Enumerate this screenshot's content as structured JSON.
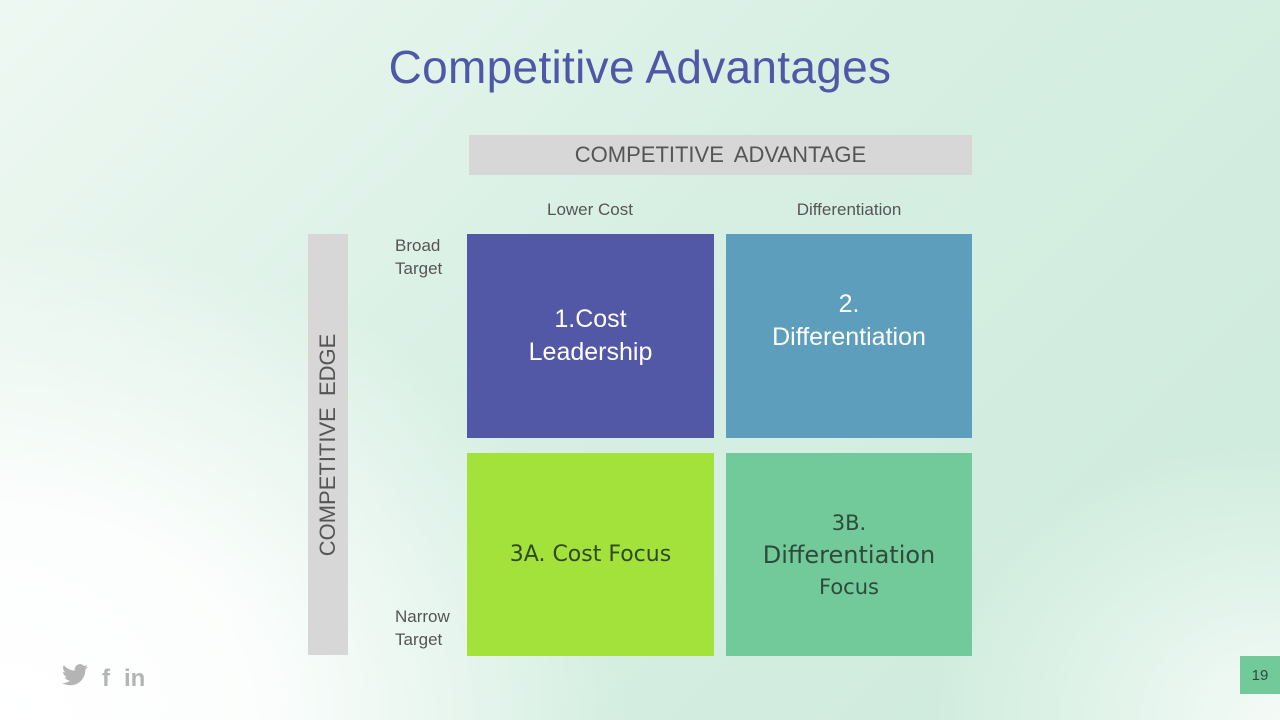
{
  "slide": {
    "title": "Competitive Advantages",
    "page_number": "19"
  },
  "matrix": {
    "top_header": "COMPETITIVE  ADVANTAGE",
    "side_header": "COMPETITIVE  EDGE",
    "columns": [
      "Lower Cost",
      "Differentiation"
    ],
    "rows": [
      {
        "line1": "Broad",
        "line2": "Target"
      },
      {
        "line1": "Narrow",
        "line2": "Target"
      }
    ],
    "quadrants": [
      {
        "lines": [
          "1.Cost",
          "Leadership"
        ],
        "color": "#5258a6"
      },
      {
        "lines": [
          "2.",
          "Differentiation"
        ],
        "color": "#5d9ebd"
      },
      {
        "lines": [
          "3A. Cost Focus"
        ],
        "color": "#a2e23b"
      },
      {
        "lines": [
          "3B.",
          "Differentiation",
          "Focus"
        ],
        "color": "#72ca9a"
      }
    ]
  },
  "footer": {
    "social_icons": [
      "twitter-icon",
      "facebook-icon",
      "linkedin-icon"
    ],
    "facebook_glyph": "f",
    "linkedin_glyph": "in"
  }
}
